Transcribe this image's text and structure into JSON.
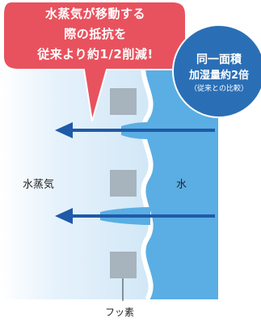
{
  "callout": {
    "line1": "水蒸気が移動する",
    "line2": "際の抵抗を",
    "line3": "従来より約1/2削減!"
  },
  "badge": {
    "line1": "同一面積",
    "line2": "加湿量約2倍",
    "line3": "（従来との比較）"
  },
  "labels": {
    "vapor": "水蒸気",
    "water": "水",
    "fluorine": "フッ素"
  },
  "colors": {
    "callout": "#e8525e",
    "badge": "#2a6fb5",
    "water": "#5aaee3",
    "vapor_light": "#d6ebf8",
    "arrow": "#1f5aa8",
    "fluorine_square": "#a7b3bd"
  }
}
